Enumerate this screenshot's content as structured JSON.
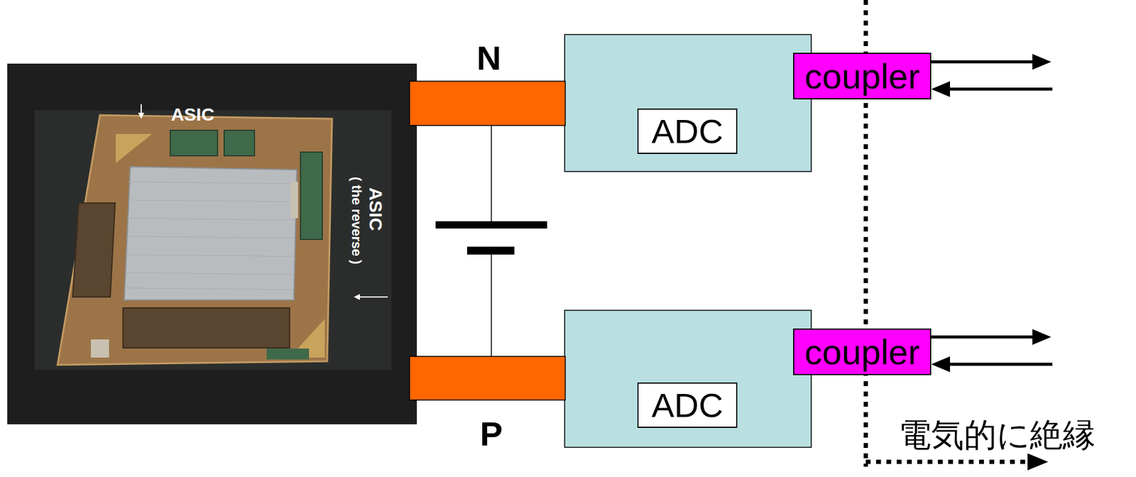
{
  "diagram": {
    "nodes": [
      {
        "text": [
          "ADC"
        ]
      },
      {
        "text": [
          "coupler"
        ]
      },
      {
        "text": [
          "ADC"
        ]
      },
      {
        "text": [
          "coupler"
        ]
      }
    ],
    "labels": [
      "ASIC",
      "ASIC",
      "( the reverse )",
      "N",
      "P",
      "電気的に絶縁"
    ]
  }
}
